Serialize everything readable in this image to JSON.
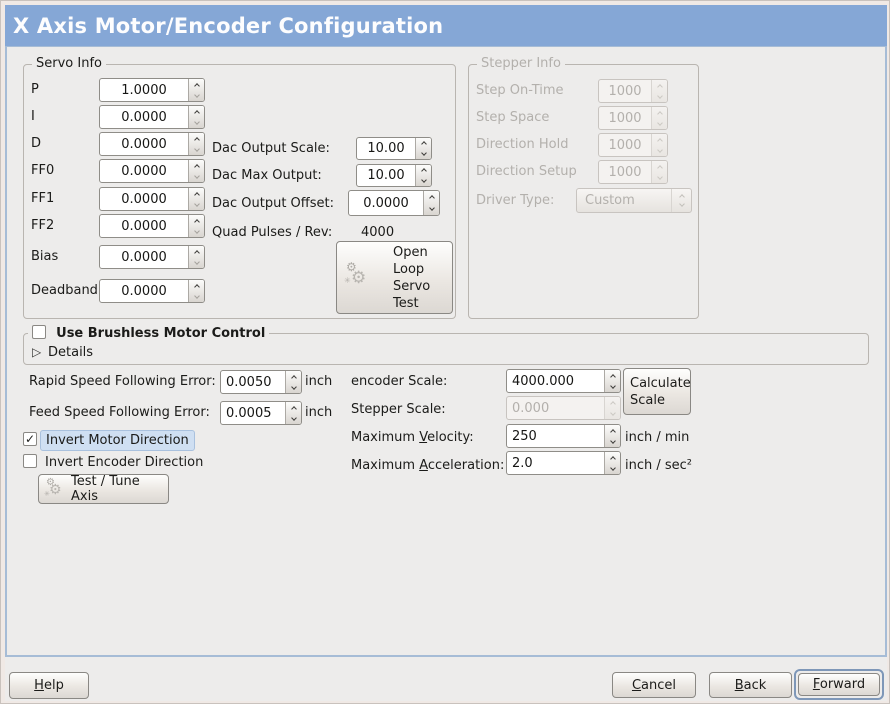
{
  "title": "X Axis Motor/Encoder Configuration",
  "colors": {
    "titlebar": "#85a7d6",
    "focus_highlight": "#cfdff2",
    "content_bg": "#edeceb"
  },
  "icons": {
    "gear": "⚙",
    "check": "✓",
    "expander": "▷",
    "sparkle": "✳"
  },
  "servo": {
    "legend": "Servo Info",
    "fields": [
      {
        "label": "P",
        "value": "1.0000"
      },
      {
        "label": "I",
        "value": "0.0000"
      },
      {
        "label": "D",
        "value": "0.0000"
      },
      {
        "label": "FF0",
        "value": "0.0000"
      },
      {
        "label": "FF1",
        "value": "0.0000"
      },
      {
        "label": "FF2",
        "value": "0.0000"
      },
      {
        "label": "Bias",
        "value": "0.0000"
      },
      {
        "label": "Deadband",
        "value": "0.0000"
      }
    ],
    "dac_fields": [
      {
        "label": "Dac Output Scale:",
        "value": "10.00"
      },
      {
        "label": "Dac Max Output:",
        "value": "10.00"
      },
      {
        "label": "Dac Output Offset:",
        "value": "0.0000"
      }
    ],
    "quad": {
      "label": "Quad Pulses / Rev:",
      "value": "4000"
    },
    "open_loop_button": {
      "line1": "Open",
      "line2": "Loop",
      "line3": "Servo",
      "line4": "Test"
    }
  },
  "stepper": {
    "legend": "Stepper Info",
    "fields": [
      {
        "label": "Step On-Time",
        "value": "1000"
      },
      {
        "label": "Step Space",
        "value": "1000"
      },
      {
        "label": "Direction Hold",
        "value": "1000"
      },
      {
        "label": "Direction Setup",
        "value": "1000"
      }
    ],
    "driver": {
      "label": "Driver Type:",
      "value": "Custom"
    }
  },
  "brushless": {
    "label": "Use Brushless Motor Control",
    "details": "Details"
  },
  "errors": {
    "rapid": {
      "label": "Rapid Speed Following Error:",
      "value": "0.0050",
      "unit": "inch"
    },
    "feed": {
      "label": "Feed Speed Following Error:",
      "value": "0.0005",
      "unit": "inch"
    }
  },
  "scaling": {
    "encoder": {
      "label": "encoder Scale:",
      "value": "4000.000"
    },
    "stepper_scale": {
      "label": "Stepper Scale:",
      "value": "0.000"
    },
    "calculate": {
      "line1": "Calculate",
      "line2": "Scale"
    },
    "velocity": {
      "pre": "Maximum ",
      "key": "V",
      "post": "elocity:",
      "value": "250",
      "unit": "inch / min"
    },
    "accel": {
      "pre": "Maximum ",
      "key": "A",
      "post": "cceleration:",
      "value": "2.0",
      "unit": "inch / sec²"
    }
  },
  "invert": {
    "motor": {
      "label": "Invert Motor Direction",
      "checked": true
    },
    "encoder": {
      "label": "Invert Encoder Direction",
      "checked": false
    }
  },
  "test_tune": {
    "label": "Test / Tune Axis"
  },
  "footer": {
    "help": {
      "key": "H",
      "rest": "elp"
    },
    "cancel": {
      "key": "C",
      "rest": "ancel"
    },
    "back": {
      "key": "B",
      "rest": "ack"
    },
    "forward": {
      "key": "F",
      "rest": "orward"
    }
  }
}
